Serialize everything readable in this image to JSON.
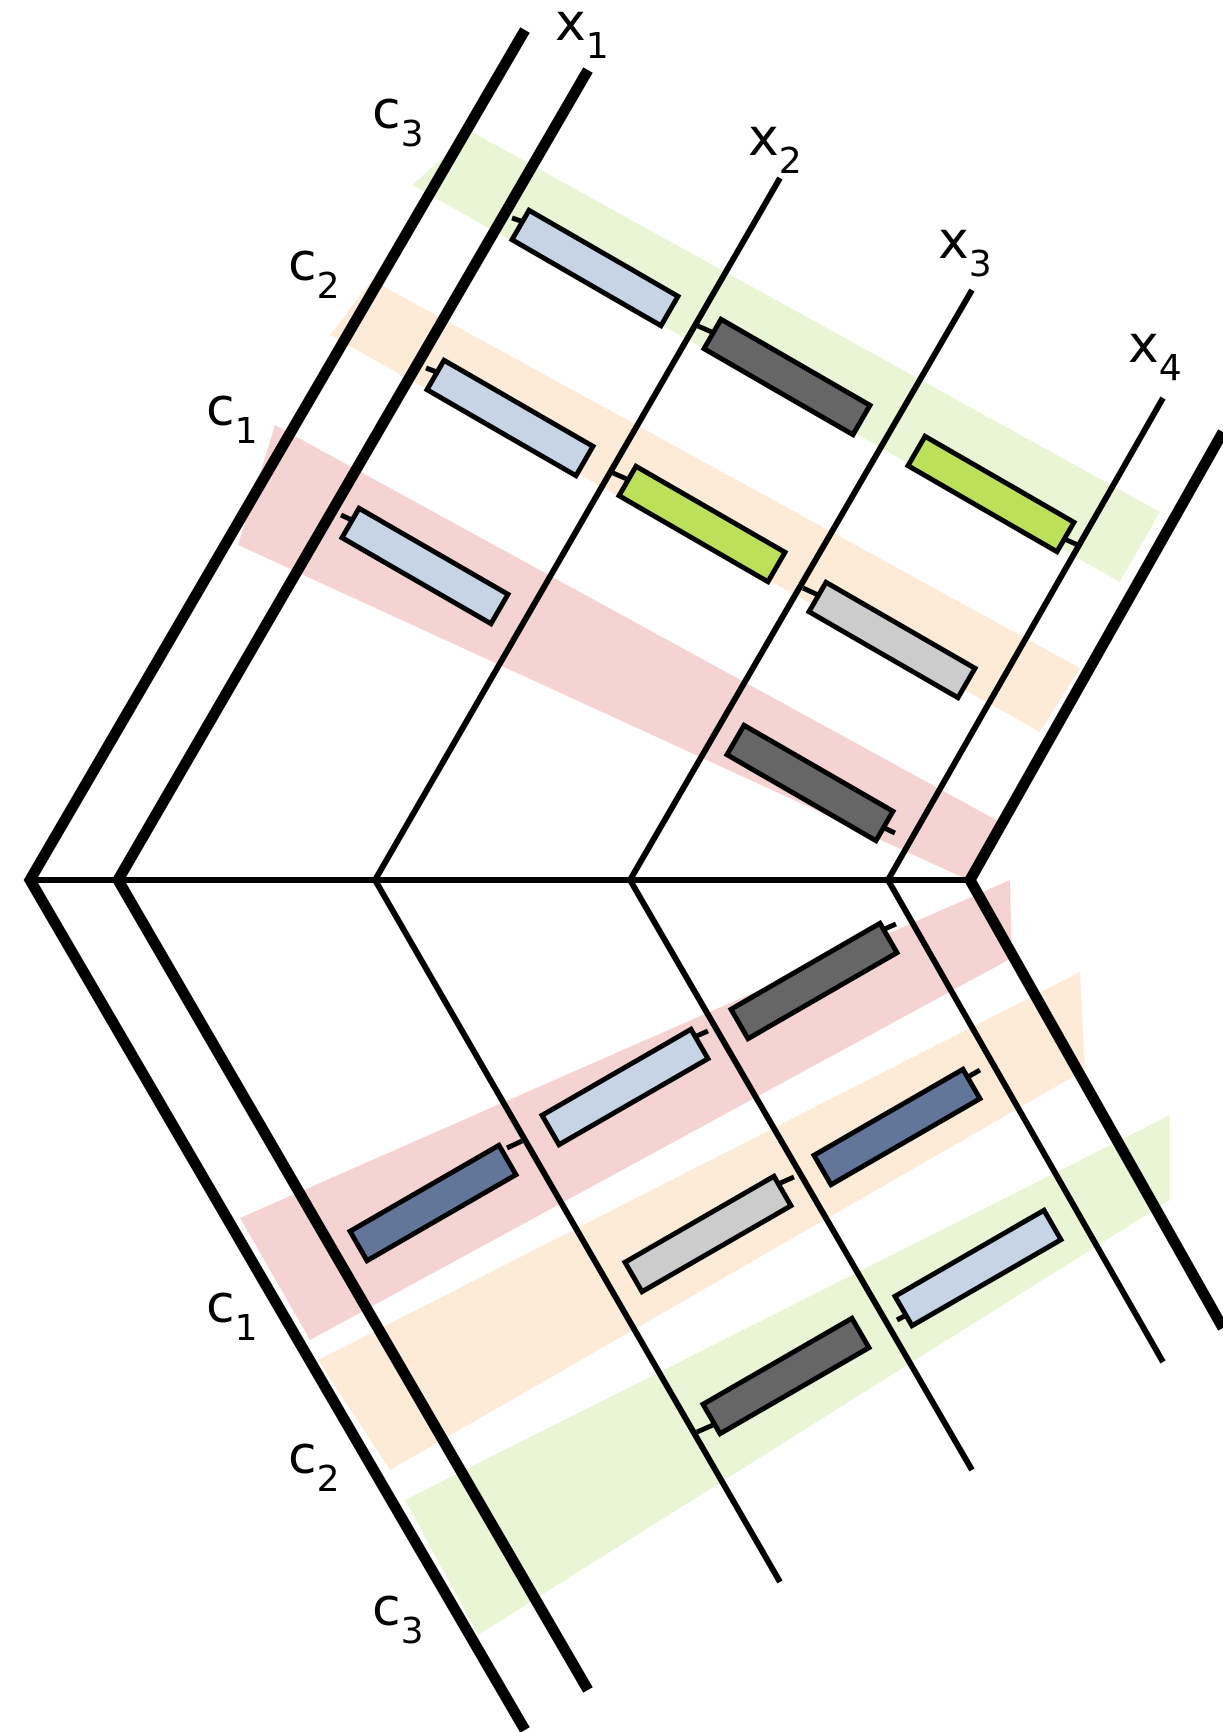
{
  "diagram": {
    "variable_labels": [
      {
        "base": "x",
        "sub": "1"
      },
      {
        "base": "x",
        "sub": "2"
      },
      {
        "base": "x",
        "sub": "3"
      },
      {
        "base": "x",
        "sub": "4"
      }
    ],
    "clause_labels_top": [
      {
        "base": "c",
        "sub": "3"
      },
      {
        "base": "c",
        "sub": "2"
      },
      {
        "base": "c",
        "sub": "1"
      }
    ],
    "clause_labels_bottom": [
      {
        "base": "c",
        "sub": "1"
      },
      {
        "base": "c",
        "sub": "2"
      },
      {
        "base": "c",
        "sub": "3"
      }
    ],
    "clause_colors": {
      "c1": "#f5d3d3",
      "c2": "#fdebd8",
      "c3": "#eaf5d6"
    },
    "block_colors": {
      "light_blue": "#c6d4e6",
      "dark_gray": "#666666",
      "lime": "#bde05a",
      "light_gray": "#cccccc",
      "dark_blue": "#62769a"
    }
  }
}
